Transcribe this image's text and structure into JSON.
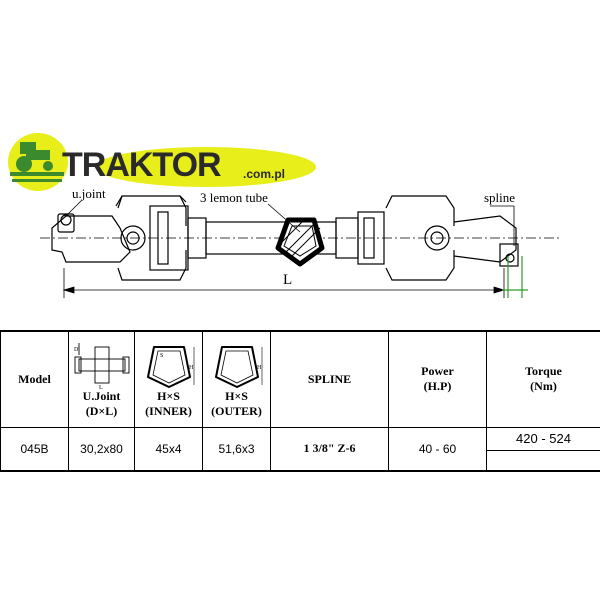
{
  "logo": {
    "word": "TRAKTOR",
    "domain": ".com.pl",
    "icon": "tractor-icon"
  },
  "drawing": {
    "ujoint_label": "u.joint",
    "tube_label": "3 lemon tube",
    "spline_label": "spline",
    "length_label": "L"
  },
  "table": {
    "headers": {
      "model": "Model",
      "ujoint_title": "U.Joint",
      "ujoint_sub": "(D×L)",
      "inner_title": "H×S",
      "inner_sub": "(INNER)",
      "outer_title": "H×S",
      "outer_sub": "(OUTER)",
      "spline": "SPLINE",
      "power_title": "Power",
      "power_sub": "(H.P)",
      "torque_title": "Torque",
      "torque_sub": "(Nm)"
    },
    "icon_labels": {
      "d": "D",
      "l": "L",
      "h": "H",
      "s": "S"
    },
    "row": {
      "model": "045B",
      "ujoint": "30,2x80",
      "inner": "45x4",
      "outer": "51,6x3",
      "spline": "1 3/8\" Z-6",
      "power": "40 - 60",
      "torque": "420 - 524"
    }
  }
}
